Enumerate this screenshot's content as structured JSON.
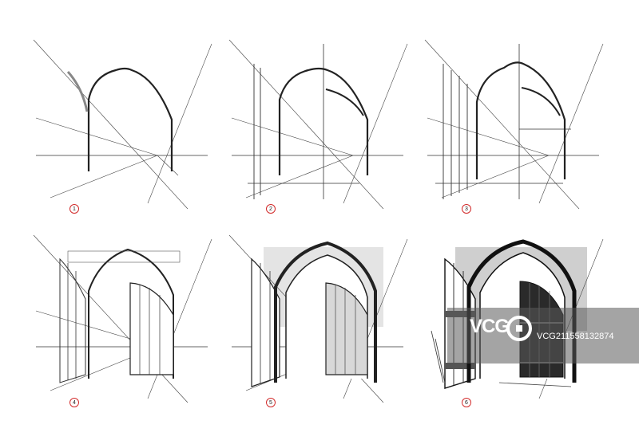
{
  "steps": [
    {
      "label": "1"
    },
    {
      "label": "2"
    },
    {
      "label": "3"
    },
    {
      "label": "4"
    },
    {
      "label": "5"
    },
    {
      "label": "6"
    }
  ],
  "watermark": {
    "logo": "VCG",
    "id": "VCG211558132874"
  },
  "colors": {
    "line": "#222222",
    "light": "#555555",
    "shade": "#d8d8d8",
    "badge": "#d22a2a"
  }
}
